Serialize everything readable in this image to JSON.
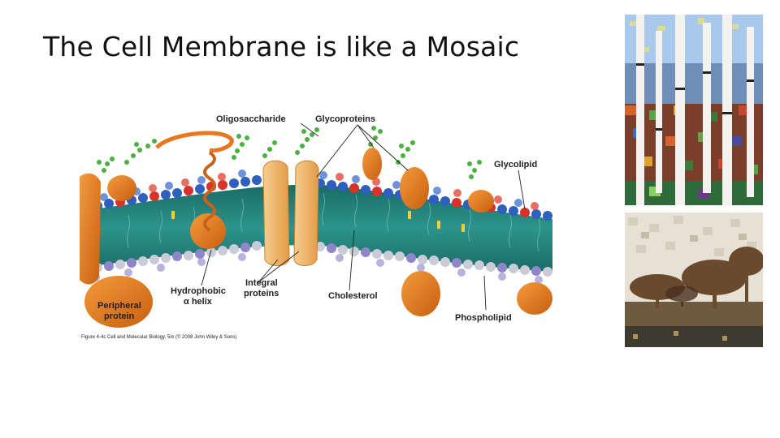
{
  "slide": {
    "title": "The Cell Membrane is like a Mosaic"
  },
  "figure": {
    "labels": {
      "oligosaccharide": "Oligosaccharide",
      "glycoproteins": "Glycoproteins",
      "glycolipid": "Glycolipid",
      "peripheral_line1": "Peripheral",
      "peripheral_line2": "protein",
      "hydrophobic_line1": "Hydrophobic",
      "hydrophobic_line2": "α helix",
      "integral_line1": "Integral",
      "integral_line2": "proteins",
      "cholesterol": "Cholesterol",
      "phospholipid": "Phospholipid"
    },
    "caption": "Figure 4-4c  Cell and Molecular Biology, 5/e (© 2008 John Wiley & Sons)"
  },
  "colors": {
    "head_red": "#d8322a",
    "head_blue": "#2f5fbf",
    "head_lavender": "#8f86c9",
    "head_gray": "#c9cbd6",
    "tail_teal": "#1f7f7a",
    "protein_orange": "#e8771f",
    "integral_tan": "#f3b46a",
    "sugar_green": "#4bb13e",
    "cholesterol_yellow": "#f3d03a"
  },
  "mosaics": {
    "top_icon": "birch-forest-mosaic-image",
    "bottom_icon": "tree-landscape-mosaic-image"
  }
}
